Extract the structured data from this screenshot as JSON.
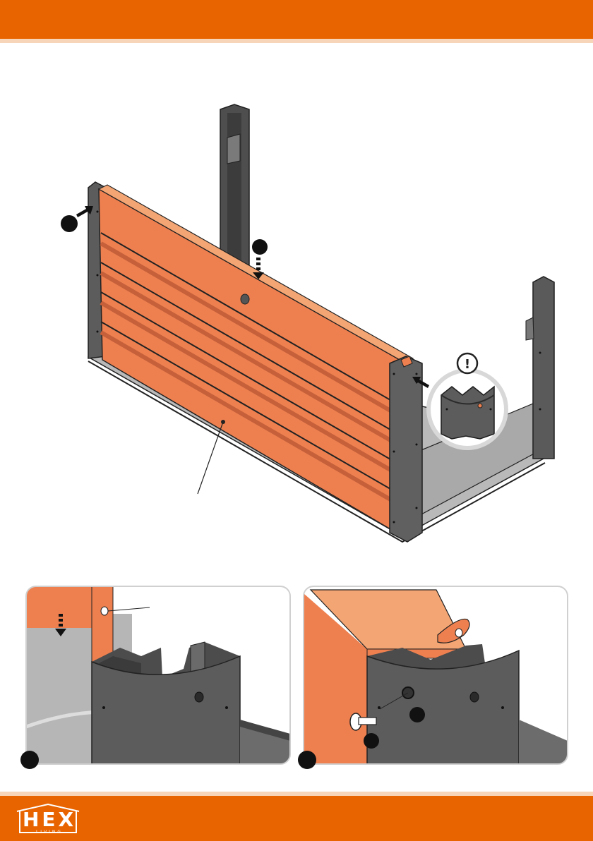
{
  "colors": {
    "header_bar": "#e86400",
    "header_line": "#f7d5b8",
    "panel_orange": "#ee8050",
    "panel_orange_light": "#f4a574",
    "frame_grey": "#5d5d5d",
    "floor_grey": "#a8a8a8",
    "callout_dark": "#222222"
  },
  "icons": {
    "warning": "exclamation-mark-in-circle",
    "push_arrow": "arrow",
    "drop_arrow": "dashed-down-arrow"
  },
  "logo": {
    "word": "HEX",
    "sub": "LIVING"
  },
  "callouts": {
    "warning_symbol": "!"
  }
}
